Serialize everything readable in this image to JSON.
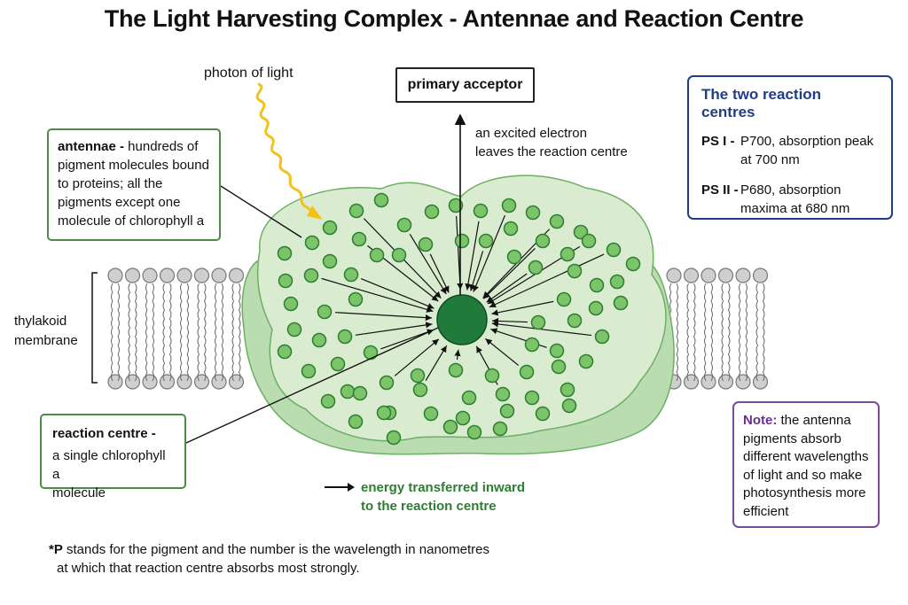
{
  "title": "The Light Harvesting Complex - Antennae and Reaction Centre",
  "labels": {
    "photon": "photon of light",
    "primary_acceptor": "primary acceptor",
    "excited_electron_1": "an excited electron",
    "excited_electron_2": "leaves the reaction centre",
    "thylakoid_1": "thylakoid",
    "thylakoid_2": "membrane"
  },
  "antennae": {
    "term": "antennae -",
    "text_1": " hundreds of",
    "text_2": "pigment molecules bound",
    "text_3": "to proteins; all the",
    "text_4": "pigments except one",
    "text_5": "molecule of chlorophyll a"
  },
  "reaction_centre": {
    "term": "reaction centre -",
    "text_1": "a single chlorophyll a",
    "text_2": "molecule"
  },
  "reaction_centres_panel": {
    "title": "The two reaction centres",
    "items": [
      {
        "key": "PS I -",
        "line_1": "P700, absorption peak",
        "line_2": "at 700 nm"
      },
      {
        "key": "PS II -",
        "line_1": "P680, absorption",
        "line_2": "maxima at 680 nm"
      }
    ]
  },
  "note": {
    "label": "Note:",
    "text_1": " the antenna",
    "text_2": "pigments absorb",
    "text_3": "different wavelengths",
    "text_4": "of light and so make",
    "text_5": "photosynthesis more",
    "text_6": "efficient"
  },
  "legend": {
    "line_1": "energy transferred inward",
    "line_2": "to the reaction centre"
  },
  "footnote": {
    "symbol": "*P",
    "line_1": " stands for the pigment and the number is the wavelength in nanometres",
    "line_2": "at which that reaction centre absorbs most strongly."
  },
  "colors": {
    "complex_fill": "#d9ecd0",
    "protein_fill": "#b9dcb0",
    "pigment": "#7cc46a",
    "reaction_centre": "#1f7a3c",
    "photon": "#f2c21b",
    "panel_border": "#1f3e86",
    "note_border": "#7a4a9e",
    "legend_text": "#2e7d32"
  }
}
